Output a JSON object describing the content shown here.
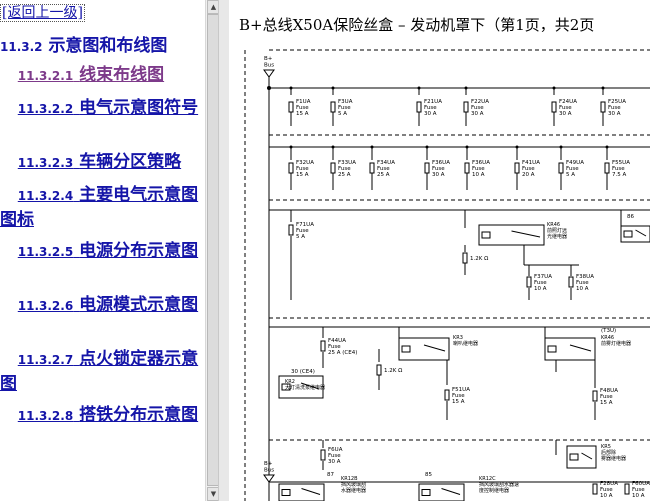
{
  "nav": {
    "back_link": "[返回上一级]",
    "section": {
      "number": "11.3.2",
      "title": "示意图和布线图"
    },
    "items": [
      {
        "number": "11.3.2.1",
        "title": "线束布线图",
        "visited": true
      },
      {
        "number": "11.3.2.2",
        "title": "电气示意图符号",
        "visited": false
      },
      {
        "number": "11.3.2.3",
        "title": "车辆分区策略",
        "visited": false
      },
      {
        "number": "11.3.2.4",
        "title": "主要电气示意图图标",
        "visited": false
      },
      {
        "number": "11.3.2.5",
        "title": "电源分布示意图",
        "visited": false
      },
      {
        "number": "11.3.2.6",
        "title": "电源模式示意图",
        "visited": false
      },
      {
        "number": "11.3.2.7",
        "title": "点火锁定器示意图",
        "visited": false
      },
      {
        "number": "11.3.2.8",
        "title": "搭铁分布示意图",
        "visited": false
      }
    ]
  },
  "diagram": {
    "title": "B+总线X50A保险丝盒 – 发动机罩下（第1页，共2页",
    "bus_label": "B+\nBus",
    "row1": [
      {
        "name": "F1UA",
        "rating": "15 A"
      },
      {
        "name": "F3UA",
        "rating": "5 A"
      },
      {
        "name": "F21UA",
        "rating": "30 A"
      },
      {
        "name": "F22UA",
        "rating": "30 A"
      },
      {
        "name": "F24UA",
        "rating": "30 A"
      },
      {
        "name": "F25UA",
        "rating": "30 A"
      }
    ],
    "row2": [
      {
        "name": "F32UA",
        "rating": "15 A"
      },
      {
        "name": "F33UA",
        "rating": "25 A"
      },
      {
        "name": "F34UA",
        "rating": "25 A"
      },
      {
        "name": "F36UA",
        "rating": "30 A"
      },
      {
        "name": "F36UA",
        "rating": "10 A"
      },
      {
        "name": "F41UA",
        "rating": "20 A"
      },
      {
        "name": "F49UA",
        "rating": "5 A"
      },
      {
        "name": "F55UA",
        "rating": "7.5 A"
      }
    ],
    "block3": {
      "fuse": {
        "name": "F71UA",
        "rating": "5 A"
      },
      "relay_id": "KR46",
      "relay_name": "前照灯远光继电器",
      "pin": "86",
      "resistor": "1.2K Ω",
      "sub_fuses": [
        {
          "name": "F37UA",
          "rating": "10 A"
        },
        {
          "name": "F38UA",
          "rating": "10 A"
        }
      ]
    },
    "block4": {
      "fuse": {
        "name": "F44UA",
        "rating": "25 A (CE4)"
      },
      "pin": "30 (CE4)",
      "relay_left_id": "KR2",
      "relay_left_name": "大灯清洗泵继电器",
      "relay_mid_id": "KR3",
      "relay_mid_name": "喇叭继电器",
      "resistor": "1.2K Ω",
      "relay_right_id": "KR46",
      "relay_right_name": "前雾灯继电器",
      "option": "(T3U)",
      "sub_fuses": [
        {
          "name": "F51UA",
          "rating": "15 A"
        },
        {
          "name": "F48UA",
          "rating": "15 A"
        }
      ]
    },
    "block5": {
      "bus_label": "B+\nBus",
      "fuse": {
        "name": "F6UA",
        "rating": "30 A"
      },
      "pin": "87",
      "pin2": "85",
      "relay_left_id": "KR12B",
      "relay_left_name": "挡风玻璃刮水器继电器",
      "relay_mid_id": "KR12C",
      "relay_mid_name": "挡风玻璃刮水器速度控制继电器",
      "relay_right_id": "KR5",
      "relay_right_name": "后部除雾器继电器",
      "sub_fuses": [
        {
          "name": "F28UA",
          "rating": "10 A"
        },
        {
          "name": "F60UA",
          "rating": "10 A"
        }
      ]
    }
  },
  "colors": {
    "link": "#1515a8",
    "visited": "#7d3a8a"
  }
}
